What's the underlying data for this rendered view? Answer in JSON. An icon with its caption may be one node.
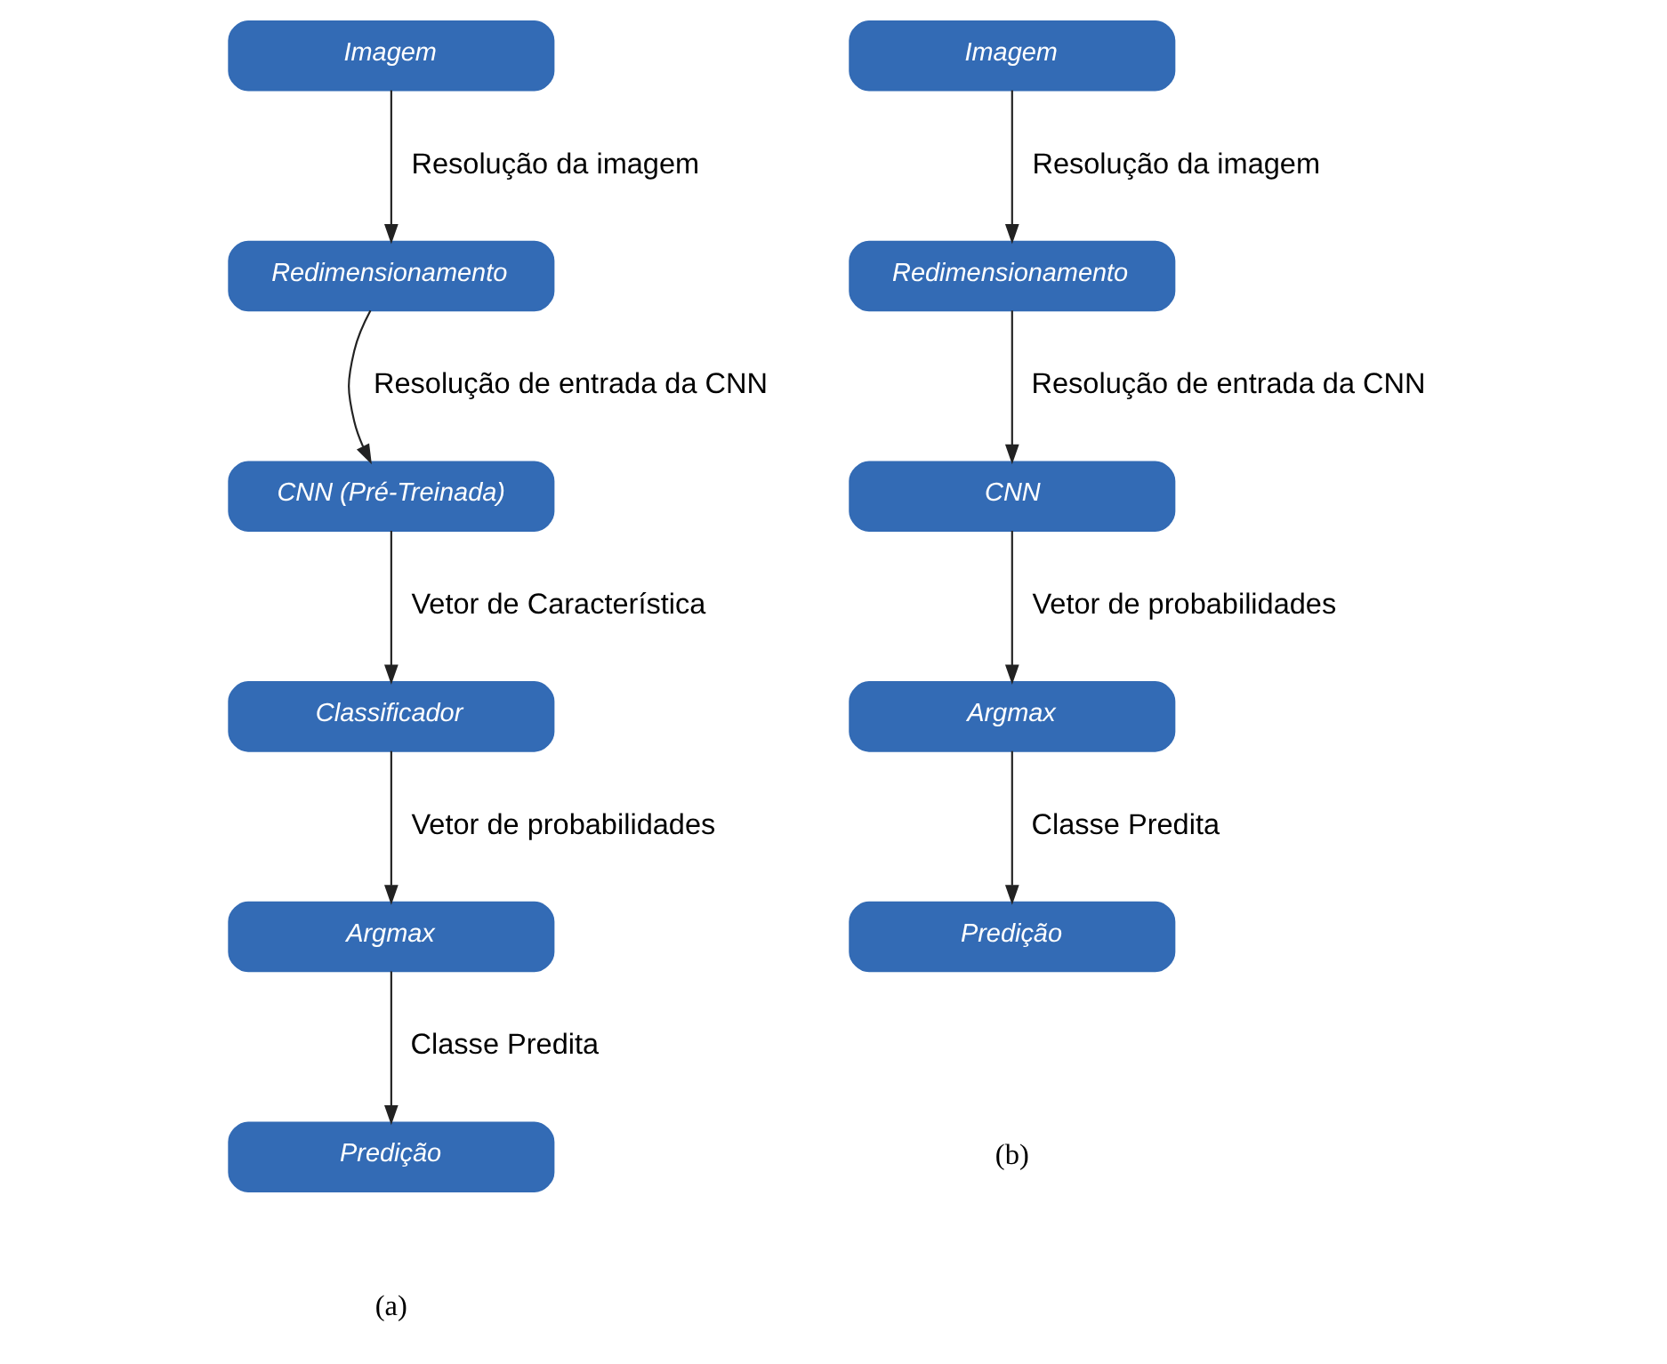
{
  "diagram": {
    "nodes": [
      {
        "text": [
          "Imagem"
        ]
      },
      {
        "text": [
          "Redimensionamento"
        ]
      },
      {
        "text": [
          "CNN (Pré-Treinada)"
        ]
      },
      {
        "text": [
          "Classificador"
        ]
      },
      {
        "text": [
          "Argmax"
        ]
      },
      {
        "text": [
          "Predição"
        ]
      },
      {
        "text": [
          "Imagem"
        ]
      },
      {
        "text": [
          "Redimensionamento"
        ]
      },
      {
        "text": [
          "CNN"
        ]
      },
      {
        "text": [
          "Argmax"
        ]
      },
      {
        "text": [
          "Predição"
        ]
      }
    ],
    "edges": [
      {
        "from": 0,
        "to": 1,
        "arrow": "to",
        "label": "Resolução da imagem"
      },
      {
        "from": 1,
        "to": 2,
        "arrow": "to",
        "label": "Resolução de entrada da CNN"
      },
      {
        "from": 2,
        "to": 3,
        "arrow": "to",
        "label": "Vetor de Característica"
      },
      {
        "from": 3,
        "to": 4,
        "arrow": "to",
        "label": "Vetor de probabilidades"
      },
      {
        "from": 4,
        "to": 5,
        "arrow": "to",
        "label": "Classe Predita"
      },
      {
        "from": 6,
        "to": 7,
        "arrow": "to",
        "label": "Resolução da imagem"
      },
      {
        "from": 7,
        "to": 8,
        "arrow": "to",
        "label": "Resolução de entrada da CNN"
      },
      {
        "from": 8,
        "to": 9,
        "arrow": "to",
        "label": "Vetor de probabilidades"
      },
      {
        "from": 9,
        "to": 10,
        "arrow": "to",
        "label": "Classe Predita"
      }
    ],
    "labels": [
      "(a)",
      "(b)"
    ]
  }
}
